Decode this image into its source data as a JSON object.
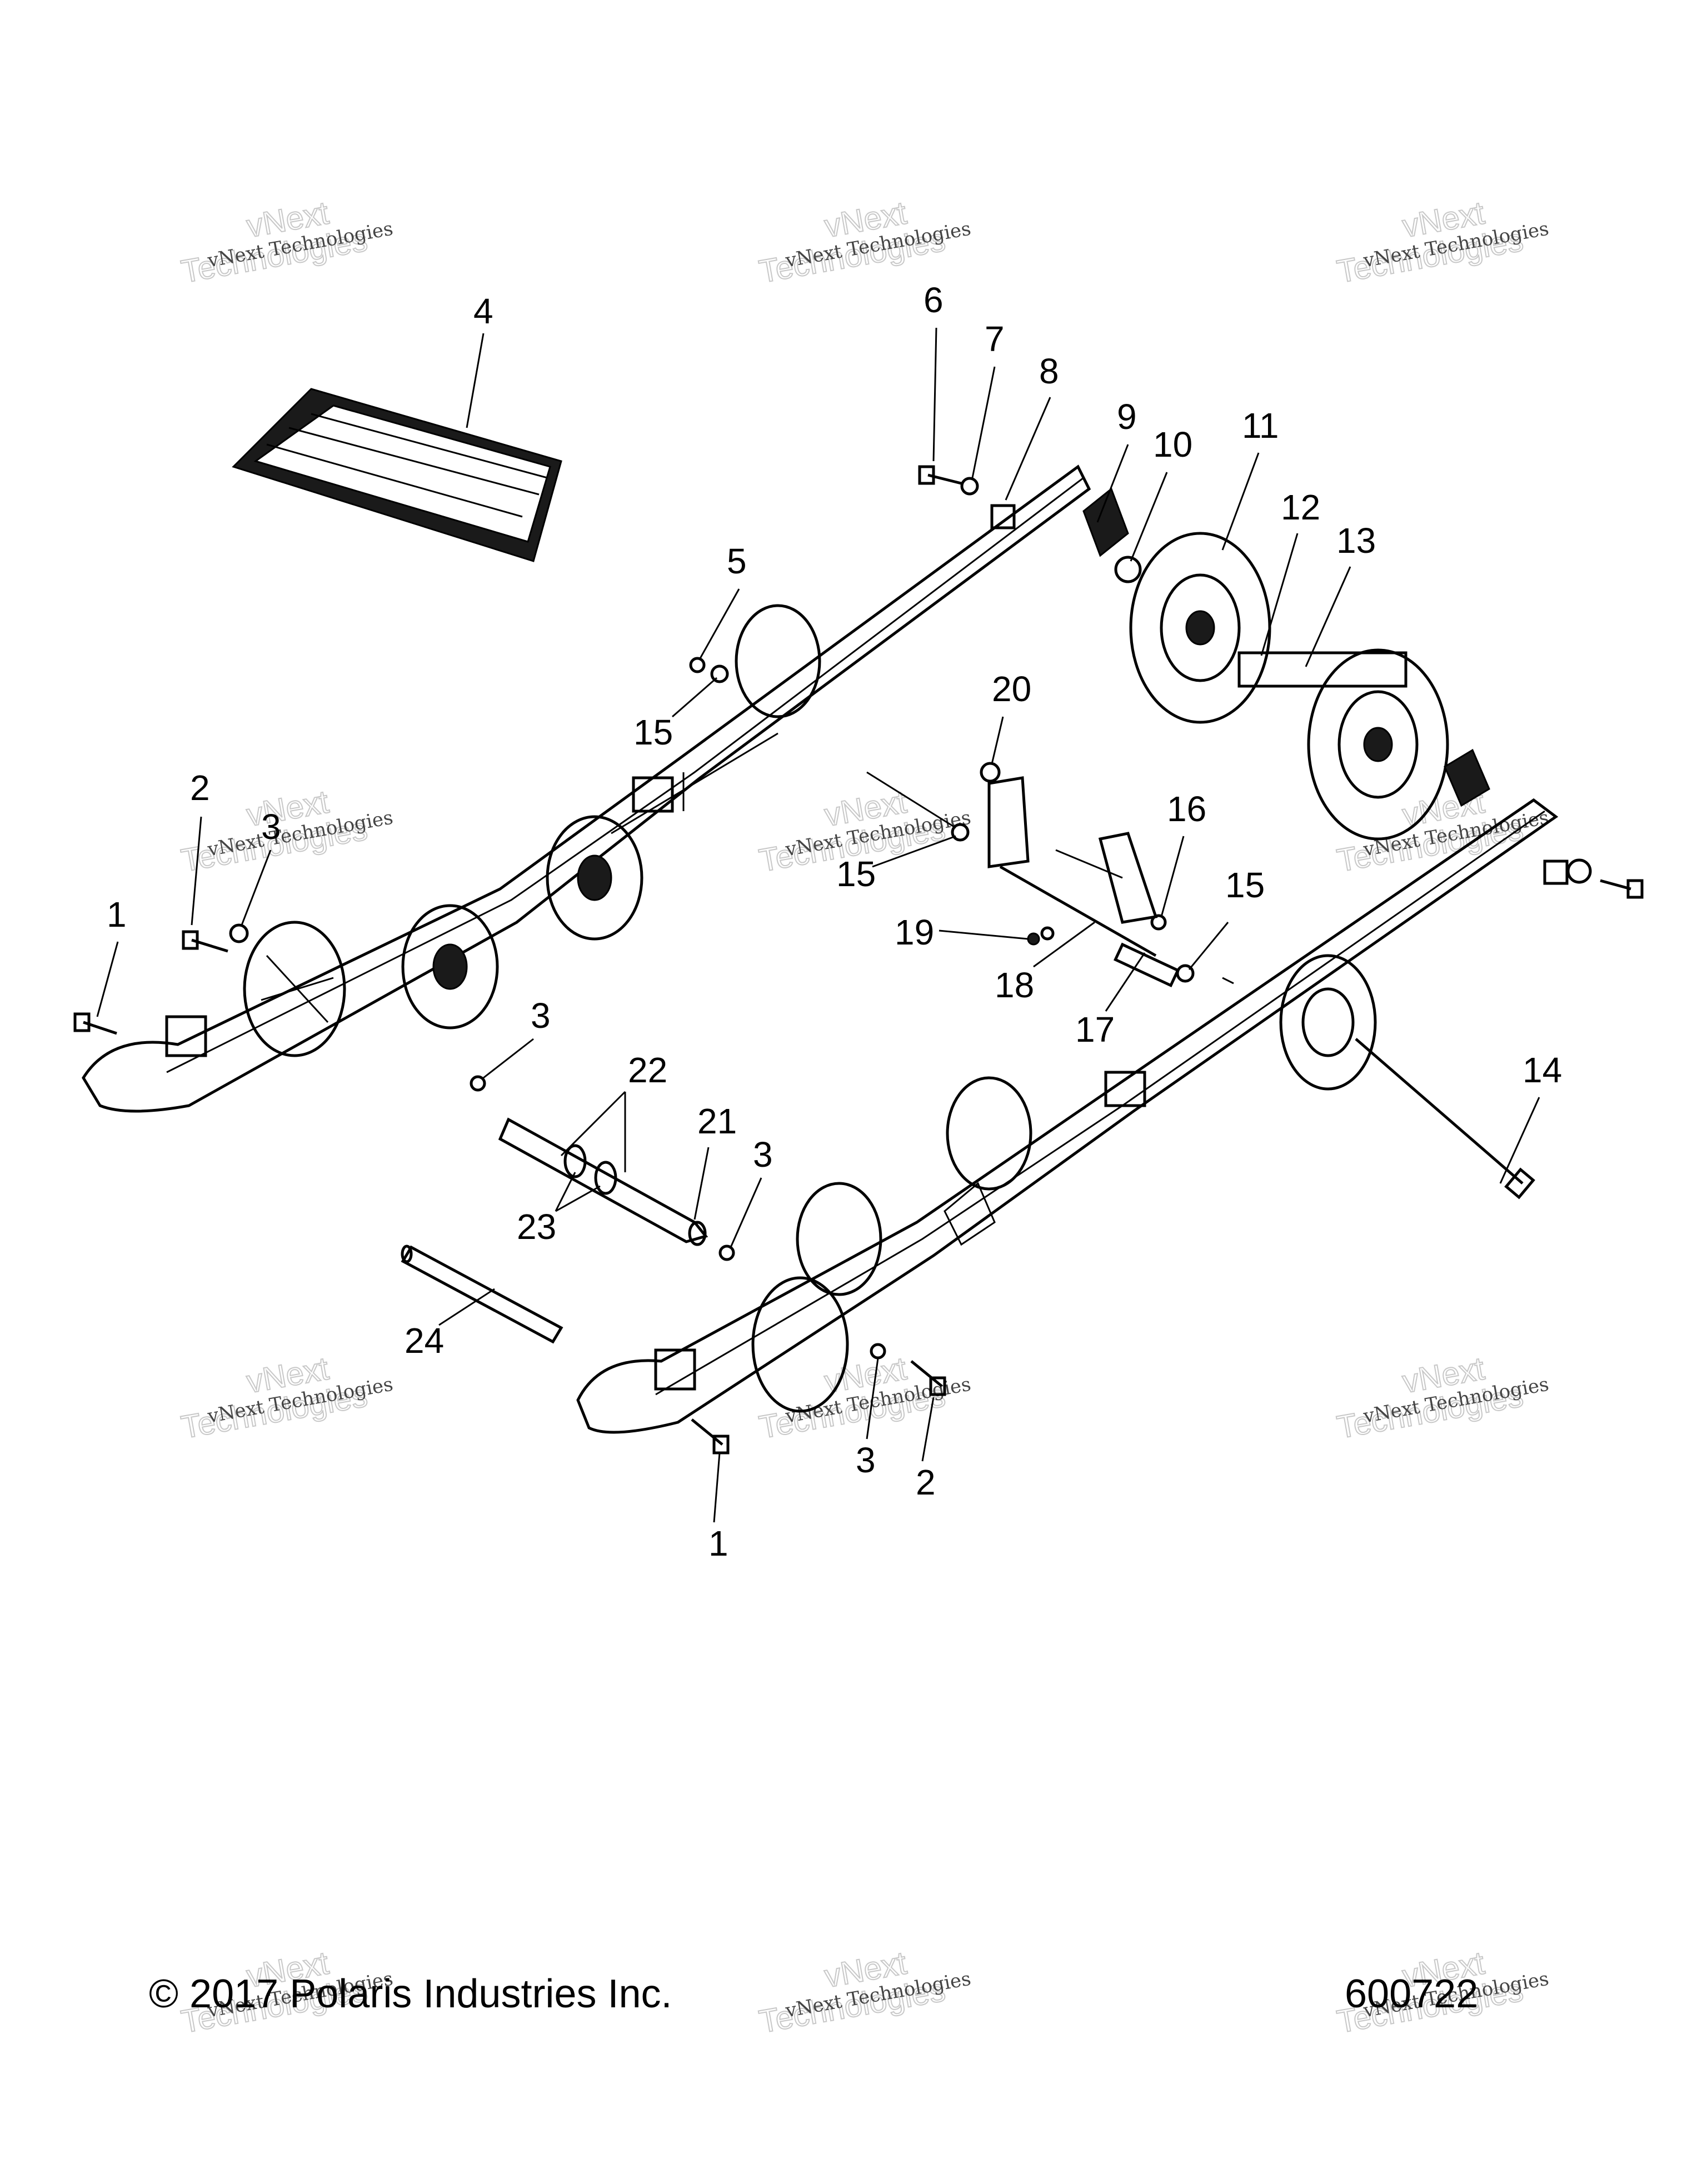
{
  "footer": {
    "copyright": "© 2017 Polaris Industries Inc.",
    "drawing_number": "600722"
  },
  "watermark": {
    "line1": "vNext Technologies",
    "line2": "vNext",
    "line3": "Technologies"
  },
  "callouts": [
    "1",
    "2",
    "3",
    "4",
    "5",
    "6",
    "7",
    "8",
    "9",
    "10",
    "11",
    "12",
    "13",
    "14",
    "15",
    "16",
    "17",
    "18",
    "19",
    "20",
    "21",
    "22",
    "23",
    "24"
  ]
}
